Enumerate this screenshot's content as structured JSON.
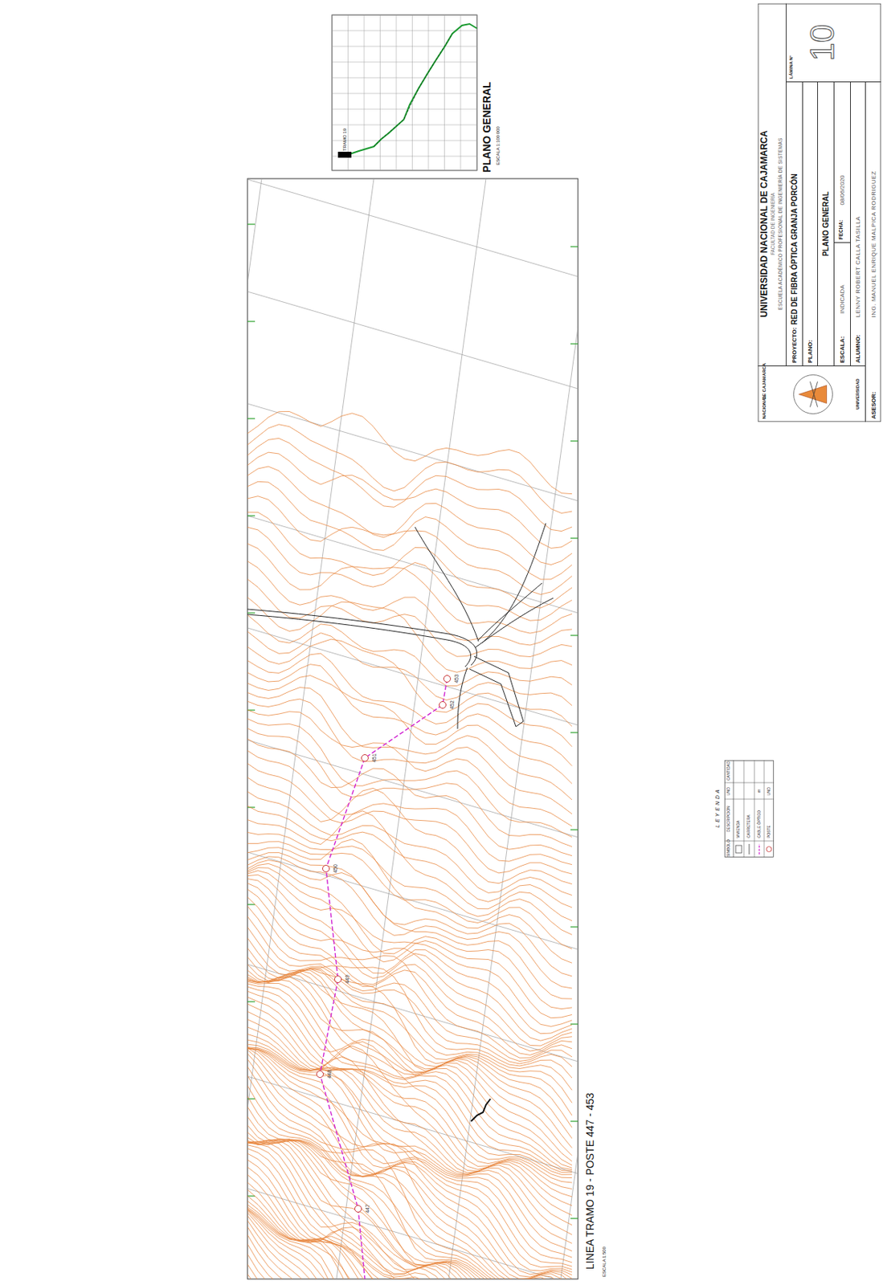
{
  "diagram": {
    "labels": [
      "PLANO GENERAL",
      "ESCALA 1:100 000",
      "TRAMO 19",
      "LINEA TRAMO 19 - POSTE 447 - 453",
      "ESCALA 1:500",
      "447",
      "448",
      "449",
      "450",
      "451",
      "452",
      "453",
      "LEYENDA",
      "SIMBOLO",
      "DESCRIPCION",
      "UND",
      "CANTIDAD",
      "m",
      "UND",
      "UNIVERSIDAD NACIONAL DE CAJAMARCA",
      "FACULTAD DE INGENIERÍA",
      "ESCUELA ACADÉMICO PROFESIONAL DE INGENIERÍA DE SISTEMAS",
      "LÁMINA N°",
      "10",
      "PROYECTO:",
      "RED DE FIBRA ÓPTICA GRANJA PORCÓN",
      "PLANO:",
      "PLANO GENERAL",
      "ESCALA:",
      "INDICADA",
      "FECHA:",
      "08/06/2020",
      "ALUMNO:",
      "LENNY ROBERT CALLA TASILLA",
      "ASESOR:",
      "ING. MANUEL ENRIQUE MALPICA RODRIGUEZ",
      "UNIVERSIDAD",
      "NACIONAL",
      "DE CAJAMARCA"
    ],
    "legend": [
      {
        "text": "VIVIENDA"
      },
      {
        "text": "CARRETERA"
      },
      {
        "text": "CABLE ÓPTICO"
      },
      {
        "text": "POSTE"
      }
    ]
  }
}
